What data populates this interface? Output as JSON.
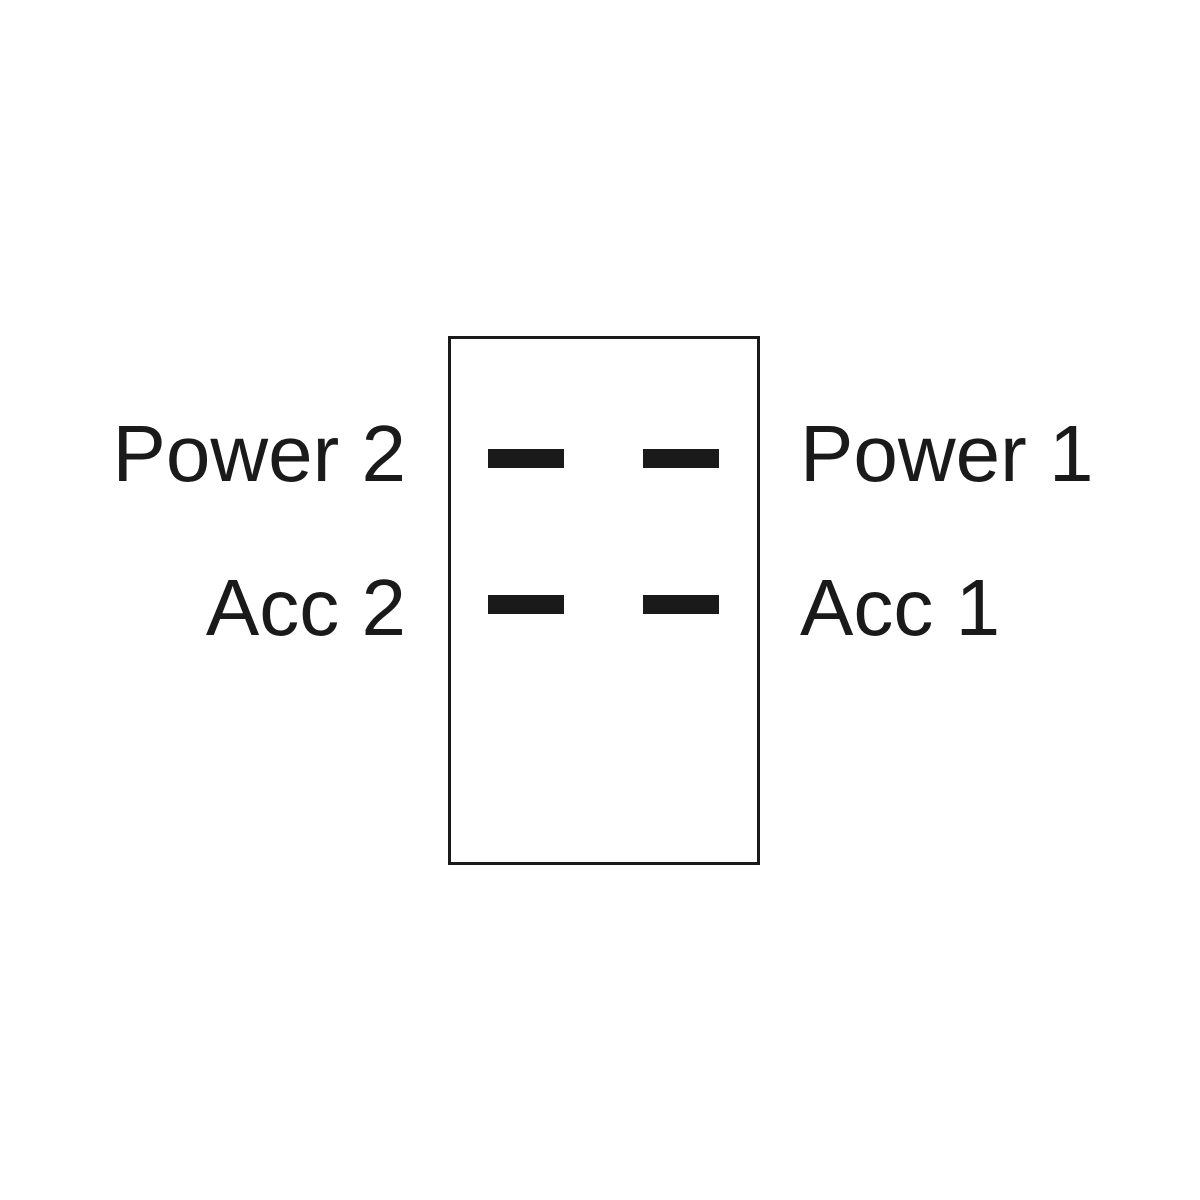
{
  "labels": {
    "power_2": "Power 2",
    "acc_2": "Acc 2",
    "power_1": "Power 1",
    "acc_1": "Acc 1"
  },
  "colors": {
    "line": "#1a1a1a",
    "background": "#ffffff"
  }
}
